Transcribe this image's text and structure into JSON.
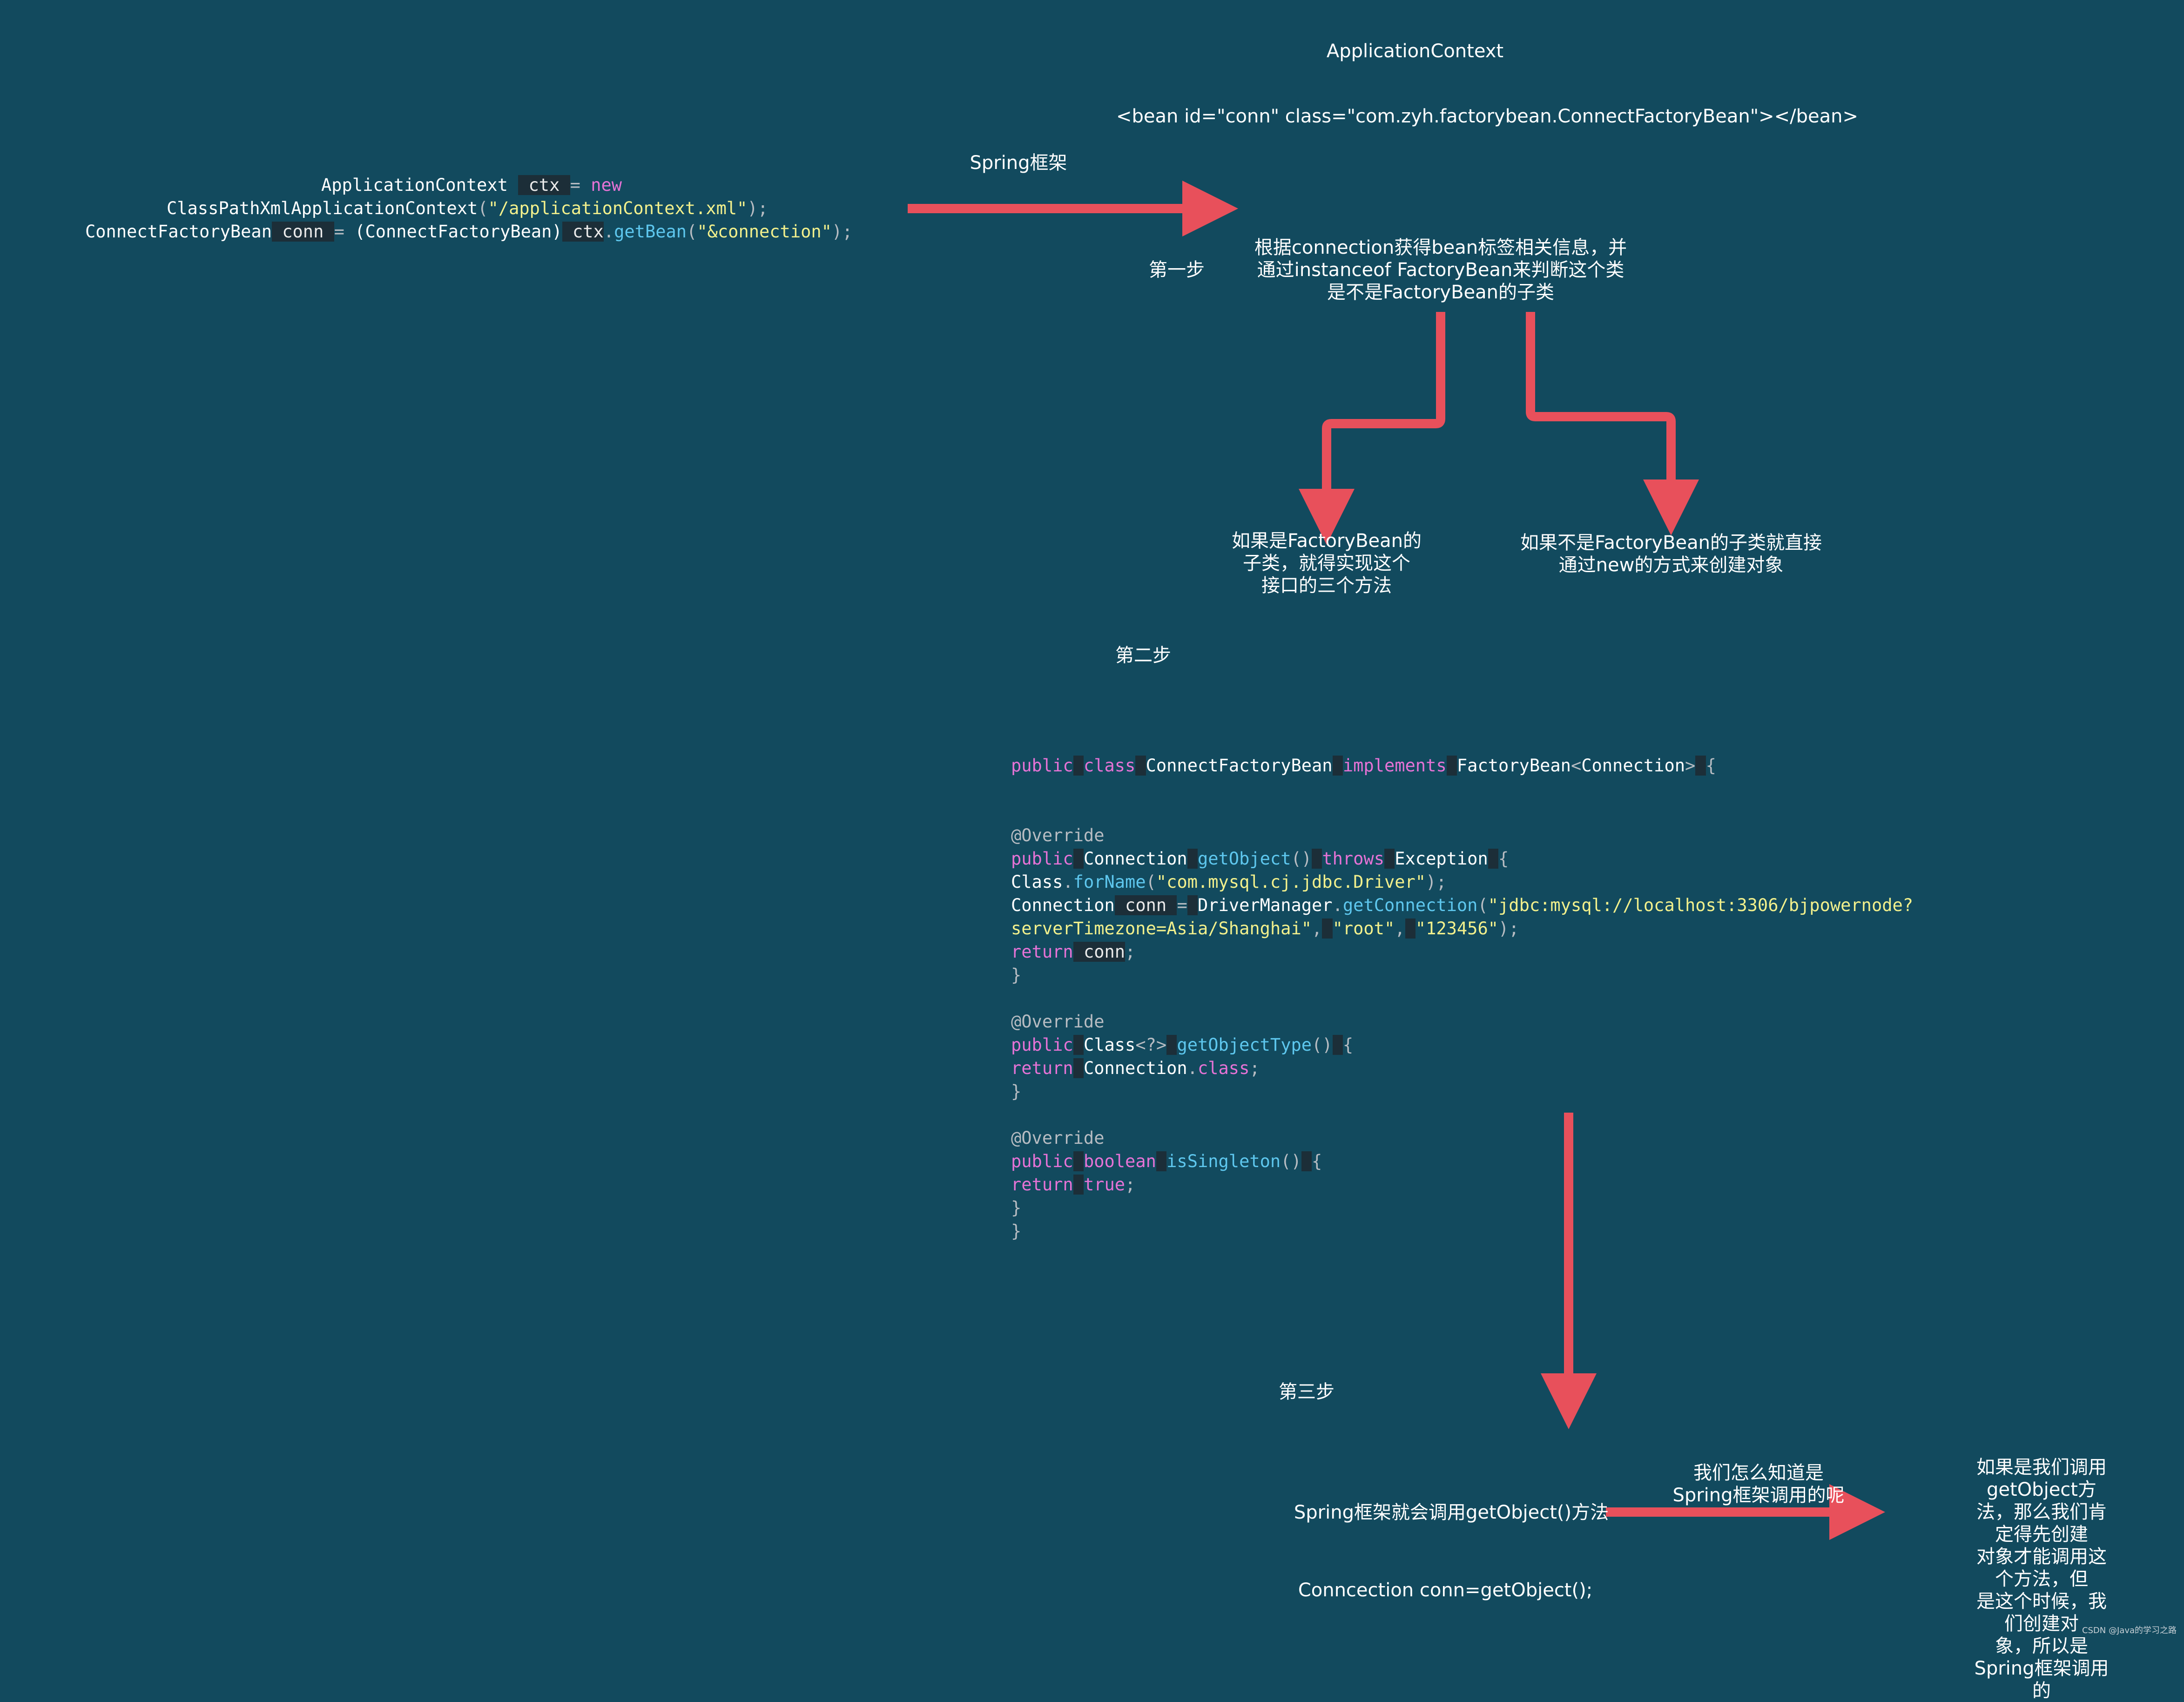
{
  "top": {
    "title": "ApplicationContext",
    "bean_tag": "<bean id=\"conn\" class=\"com.zyh.factorybean.ConnectFactoryBean\"></bean>",
    "spring_label": "Spring框架"
  },
  "code_left": {
    "line1": [
      "ApplicationContext",
      "ctx",
      "=",
      "new"
    ],
    "line2": [
      "ClassPathXmlApplicationContext",
      "(",
      "\"/applicationContext.xml\"",
      ");"
    ],
    "line3": [
      "ConnectFactoryBean",
      "conn",
      "=",
      "(ConnectFactoryBean)",
      "ctx",
      ".",
      "getBean",
      "(",
      "\"&connection\"",
      ");"
    ]
  },
  "steps": {
    "step1": "第一步",
    "step2": "第二步",
    "step3": "第三步"
  },
  "boxes": {
    "decision": "根据connection获得bean标签相关信息，并\n通过instanceof FactoryBean来判断这个类\n是不是FactoryBean的子类",
    "left_branch": "如果是FactoryBean的\n子类，就得实现这个\n接口的三个方法",
    "right_branch": "如果不是FactoryBean的子类就直接\n通过new的方式来创建对象",
    "spring_call": "Spring框架就会调用getObject()方法",
    "question": "我们怎么知道是\nSpring框架调用的呢",
    "explain": "如果是我们调用getObject方\n法，那么我们肯定得先创建\n对象才能调用这个方法，但\n是这个时候，我们创建对\n象，所以是Spring框架调用的",
    "conn_line": "Conncection conn=getObject();"
  },
  "code_main": {
    "class_decl": [
      "public",
      "class",
      "ConnectFactoryBean",
      "implements",
      "FactoryBean",
      "<",
      "Connection",
      ">",
      "{"
    ],
    "override": "@Override",
    "m1_sig": [
      "public",
      "Connection",
      "getObject",
      "()",
      "throws",
      "Exception",
      "{"
    ],
    "m1_l1": [
      "Class",
      ".",
      "forName",
      "(",
      "\"com.mysql.cj.jdbc.Driver\"",
      ");"
    ],
    "m1_l2": [
      "Connection",
      "conn",
      "=",
      "DriverManager",
      ".",
      "getConnection",
      "(",
      "\"jdbc:mysql://localhost:3306/bjpowernode?"
    ],
    "m1_l3": [
      "serverTimezone=Asia/Shanghai\"",
      ",",
      "\"root\"",
      ",",
      "\"123456\"",
      ");"
    ],
    "m1_l4": [
      "return",
      "conn",
      ";"
    ],
    "close": "}",
    "m2_sig": [
      "public",
      "Class",
      "<?>",
      "getObjectType",
      "()",
      "{"
    ],
    "m2_l1": [
      "return",
      "Connection",
      ".",
      "class",
      ";"
    ],
    "m3_sig": [
      "public",
      "boolean",
      "isSingleton",
      "()",
      "{"
    ],
    "m3_l1": [
      "return",
      "true",
      ";"
    ]
  },
  "footer": "CSDN @Java的学习之路",
  "colors": {
    "background": "#124a5e",
    "arrow": "#e8505b",
    "keyword": "#e673d6",
    "function": "#5ec7ee",
    "string": "#f2f08c"
  }
}
